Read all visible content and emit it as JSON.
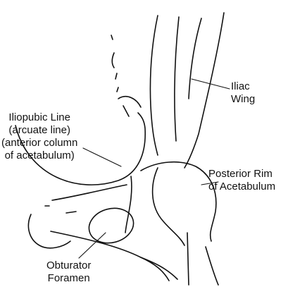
{
  "labels": {
    "iliac_wing": [
      "Iliac",
      "Wing"
    ],
    "iliopubic": [
      "Iliopubic Line",
      "(arcuate line)",
      "(anterior column",
      "of acetabulum)"
    ],
    "posterior_rim": [
      "Posterior Rim",
      "of Acetabulum"
    ],
    "obturator": [
      "Obturator",
      "Foramen"
    ]
  }
}
